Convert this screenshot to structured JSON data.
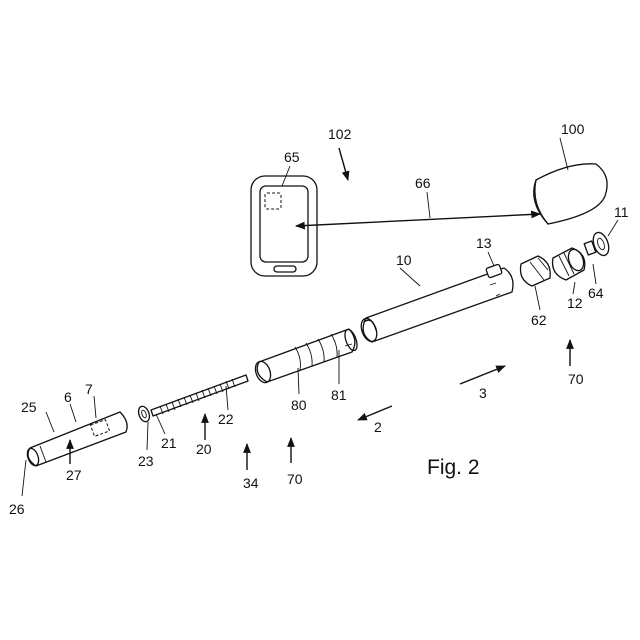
{
  "figure": {
    "caption": "Fig. 2",
    "labels": {
      "l102": "102",
      "l100": "100",
      "l65": "65",
      "l66": "66",
      "l11": "11",
      "l13": "13",
      "l10": "10",
      "l12": "12",
      "l64": "64",
      "l62": "62",
      "l70a": "70",
      "l3": "3",
      "l80": "80",
      "l81": "81",
      "l2": "2",
      "l25": "25",
      "l6": "6",
      "l7": "7",
      "l27": "27",
      "l26": "26",
      "l23": "23",
      "l21": "21",
      "l20": "20",
      "l22": "22",
      "l34": "34",
      "l70b": "70"
    }
  }
}
